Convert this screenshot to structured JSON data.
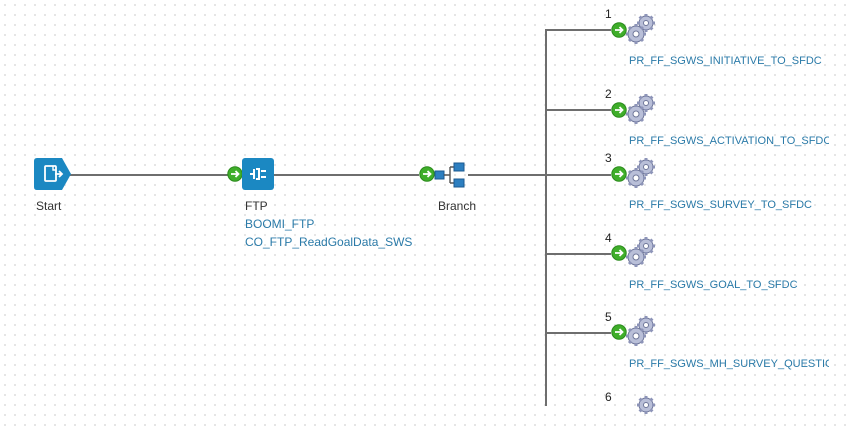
{
  "shapes": {
    "start": {
      "label": "Start"
    },
    "ftp": {
      "label": "FTP",
      "connection": "BOOMI_FTP",
      "operation": "CO_FTP_ReadGoalData_SWS"
    },
    "branch": {
      "label": "Branch"
    }
  },
  "branches": [
    {
      "number": "1",
      "process": "PR_FF_SGWS_INITIATIVE_TO_SFDC"
    },
    {
      "number": "2",
      "process": "PR_FF_SGWS_ACTIVATION_TO_SFDC"
    },
    {
      "number": "3",
      "process": "PR_FF_SGWS_SURVEY_TO_SFDC"
    },
    {
      "number": "4",
      "process": "PR_FF_SGWS_GOAL_TO_SFDC"
    },
    {
      "number": "5",
      "process": "PR_FF_SGWS_MH_SURVEY_QUESTIONS"
    },
    {
      "number": "6",
      "process": ""
    }
  ],
  "icons": {
    "start": "start-shape-icon",
    "connector": "connector-shape-icon",
    "branch": "branch-shape-icon",
    "process_call": "gears-icon",
    "input_arrow": "green-arrow-icon"
  },
  "colors": {
    "shape_blue": "#1b88c2",
    "link_blue": "#2a7aa8",
    "wire": "#6e6e6e",
    "arrow_green": "#3fae2a"
  }
}
